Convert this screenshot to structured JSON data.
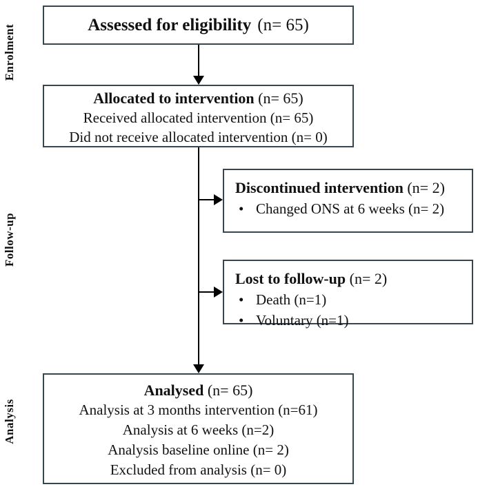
{
  "diagram": {
    "type": "consort-flow",
    "colors": {
      "box_border": "#36454e",
      "text": "#111111",
      "arrow": "#000000",
      "background": "#ffffff"
    },
    "side_labels": {
      "enrolment": "Enrolment",
      "followup": "Follow-up",
      "analysis": "Analysis"
    },
    "bullet_glyph": "•",
    "boxes": {
      "assessed": {
        "title": "Assessed for eligibility",
        "n": "(n= 65)"
      },
      "allocated": {
        "title": "Allocated to intervention",
        "n": "(n= 65)",
        "lines": [
          "Received allocated intervention (n= 65)",
          "Did not receive allocated intervention (n= 0)"
        ]
      },
      "discontinued": {
        "title": "Discontinued intervention",
        "n": "(n= 2)",
        "bullets": [
          "Changed ONS at 6 weeks (n= 2)"
        ]
      },
      "lost": {
        "title": "Lost to follow-up",
        "n": "(n= 2)",
        "bullets": [
          "Death (n=1)",
          "Voluntary (n=1)"
        ]
      },
      "analysed": {
        "title": "Analysed",
        "n": "(n= 65)",
        "lines": [
          "Analysis at 3 months intervention (n=61)",
          "Analysis at 6 weeks (n=2)",
          "Analysis baseline online (n= 2)",
          "Excluded from analysis (n= 0)"
        ]
      }
    }
  }
}
